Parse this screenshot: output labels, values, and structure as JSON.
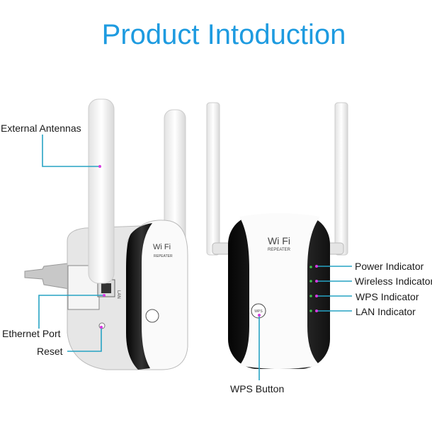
{
  "title": "Product Intoduction",
  "colors": {
    "title": "#1e9be0",
    "leader_line": "#27a3c4",
    "marker": "#d63be0",
    "led": "#3cc04a"
  },
  "device": {
    "brand_text": "Wi  Fi",
    "sub_text": "REPEATER",
    "wps_text": "WPS",
    "port_text": "LAN"
  },
  "labels": {
    "external_antennas": "External Antennas",
    "ethernet_port": "Ethernet Port",
    "reset": "Reset",
    "power_indicator": "Power Indicator",
    "wireless_indicator": "Wireless Indicator",
    "wps_indicator": "WPS Indicator",
    "lan_indicator": "LAN Indicator",
    "wps_button": "WPS Button"
  }
}
